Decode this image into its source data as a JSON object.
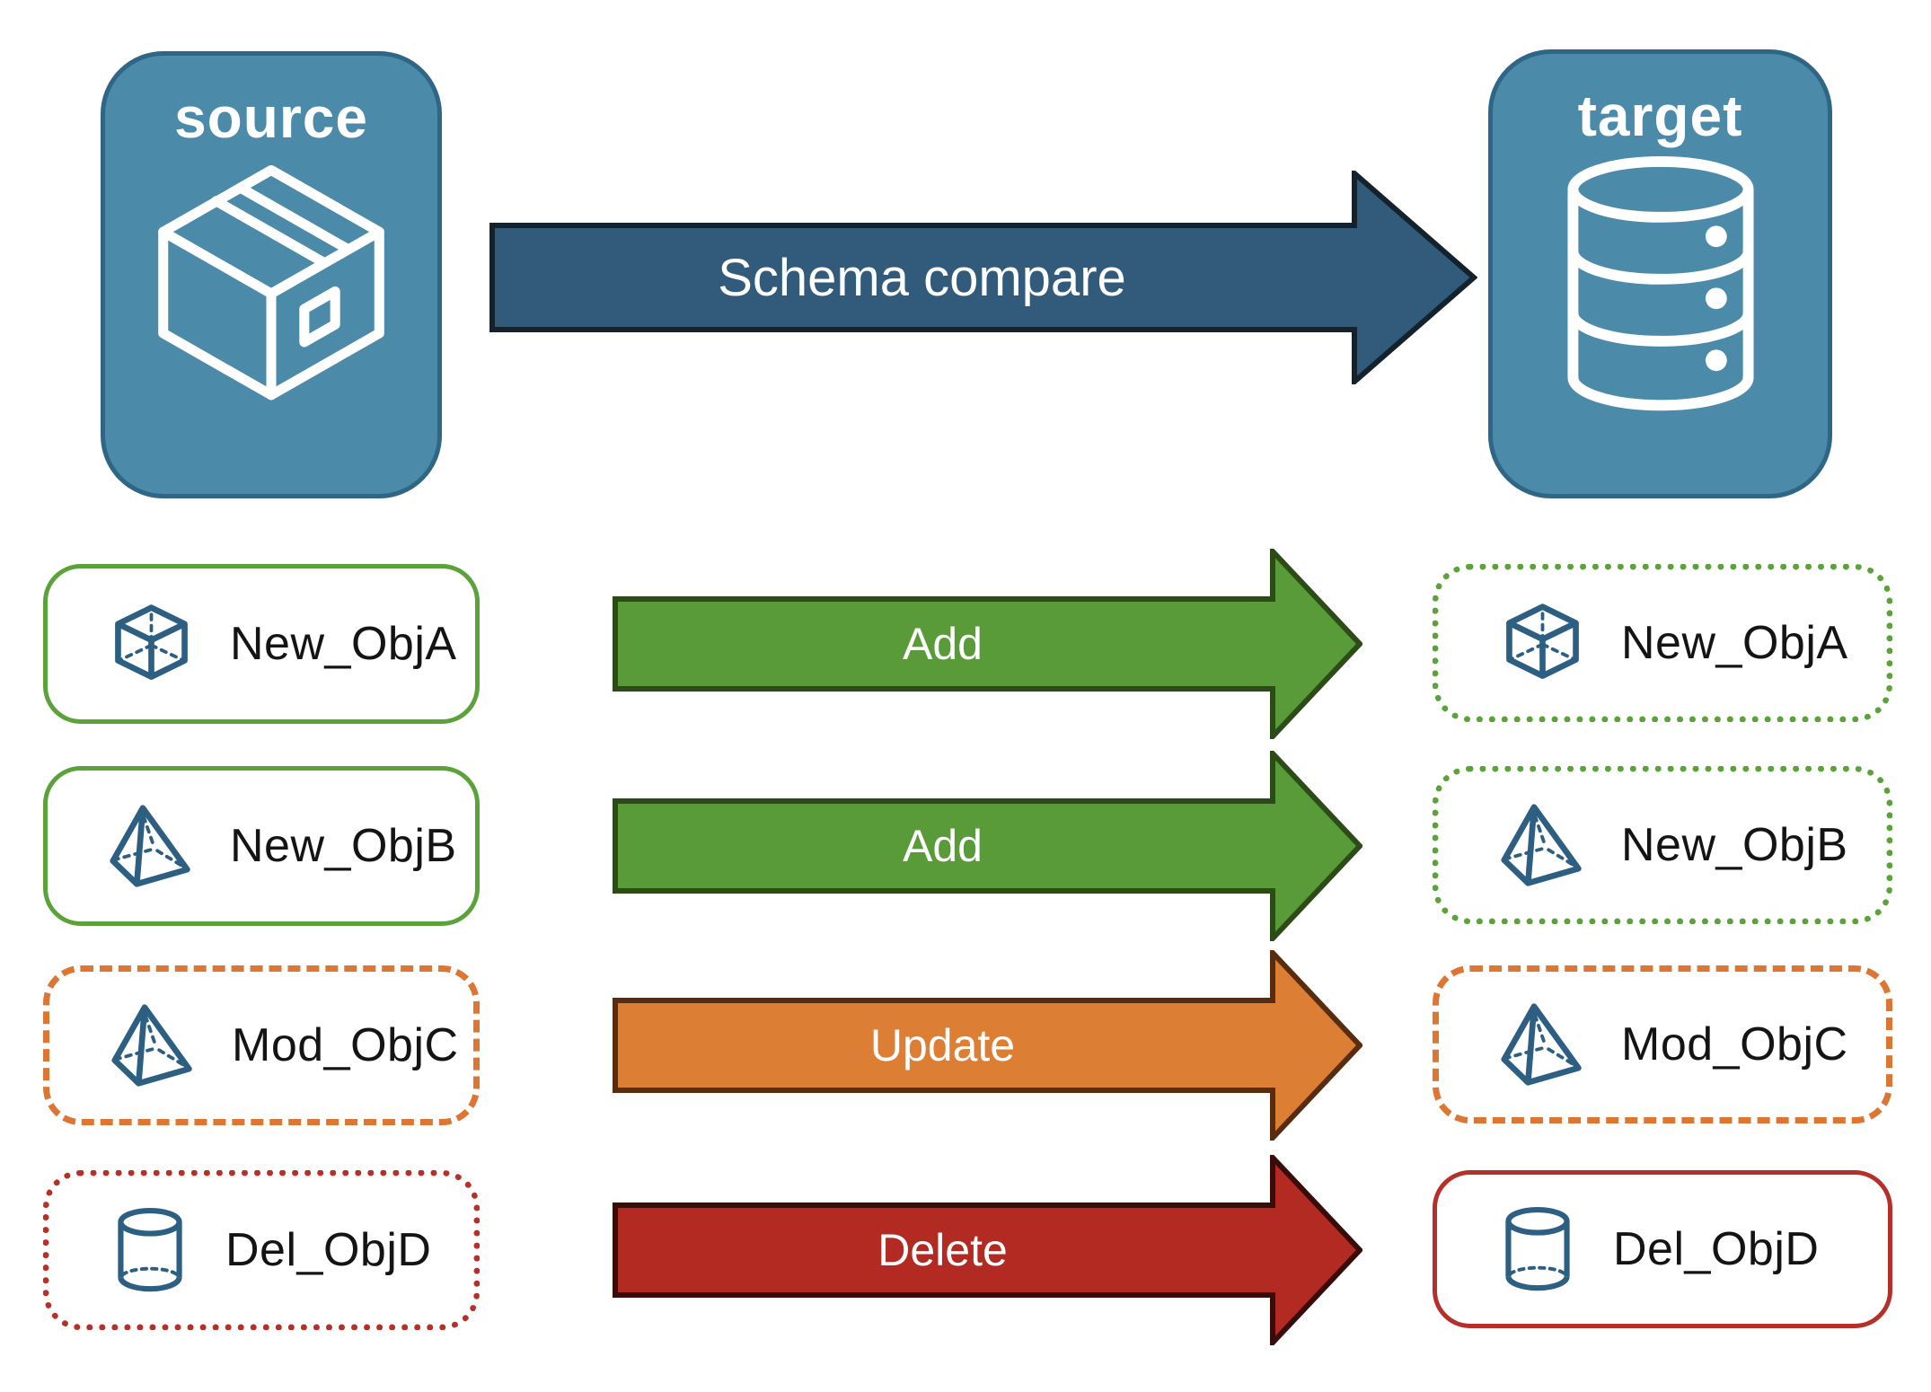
{
  "diagram": {
    "source_node": {
      "label": "source",
      "icon": "package-icon"
    },
    "target_node": {
      "label": "target",
      "icon": "database-icon"
    },
    "compare_arrow": {
      "label": "Schema compare",
      "direction": "right"
    },
    "rows": [
      {
        "object": "New_ObjA",
        "icon": "cube-icon",
        "action": "Add",
        "source_border": "solid-green",
        "target_border": "dotted-green",
        "action_color": "#599b38"
      },
      {
        "object": "New_ObjB",
        "icon": "pyramid-icon",
        "action": "Add",
        "source_border": "solid-green",
        "target_border": "dotted-green",
        "action_color": "#599b38"
      },
      {
        "object": "Mod_ObjC",
        "icon": "pyramid-icon",
        "action": "Update",
        "source_border": "dashed-orange",
        "target_border": "dashed-orange",
        "action_color": "#dd7e35"
      },
      {
        "object": "Del_ObjD",
        "icon": "cylinder-icon",
        "action": "Delete",
        "source_border": "dotted-red",
        "target_border": "solid-red",
        "action_color": "#b22a22"
      }
    ],
    "colors": {
      "teal_fill": "#4b8aa9",
      "teal_border": "#2f6585",
      "navy_fill": "#315a7b",
      "navy_border": "#14222e",
      "green_fill": "#599b38",
      "green_border": "#2c4b17",
      "green_line": "#5ba23a",
      "orange_fill": "#dd7e35",
      "orange_border": "#572c0f",
      "orange_line": "#dd7533",
      "red_fill": "#b22a22",
      "red_border": "#380c09",
      "red_line": "#b53028",
      "icon_blue": "#2d5f82",
      "label_text": "#141414",
      "arrow_text": "#ffffff"
    }
  }
}
